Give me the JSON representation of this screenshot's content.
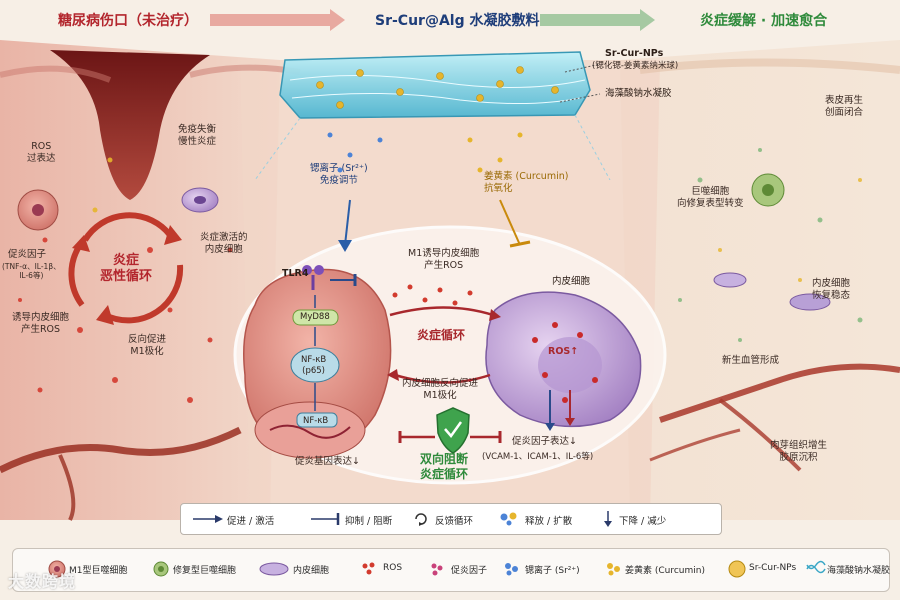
{
  "header": {
    "left_title": "糖尿病伤口（未治疗）",
    "center_title": "Sr-Cur@Alg 水凝胶敷料",
    "right_title": "炎症缓解 · 加速愈合"
  },
  "hydrogel": {
    "np_label": "Sr-Cur-NPs",
    "np_sub": "(锶化锶-姜黄素纳米球)",
    "alg_label": "海藻酸钠水凝胶"
  },
  "left": {
    "ros": "ROS\n过表达",
    "imbalance": "免疫失衡\n慢性炎症",
    "cycle": "炎症\n恶性循环",
    "cytokines": "促炎因子",
    "cytokines_sub": "(TNF-α、IL-1β、\nIL-6等)",
    "activated_ec": "炎症激活的\n内皮细胞",
    "induce_ros": "诱导内皮细胞\n产生ROS",
    "reverse_m1": "反向促进\nM1极化"
  },
  "center": {
    "sr": "锶离子 (Sr²⁺)\n免疫调节",
    "cur": "姜黄素 (Curcumin)\n抗氧化",
    "tlr4": "TLR4",
    "myd88": "MyD88",
    "nfkb_p65": "NF-κB\n(p65)",
    "nfkb": "NF-κB",
    "gene": "促炎基因表达↓",
    "m1_ros": "M1诱导内皮细胞\n产生ROS",
    "cycle": "炎症循环",
    "ec_reverse": "内皮细胞反向促进\nM1极化",
    "endo": "内皮细胞",
    "ros_up": "ROS↑",
    "block": "双向阻断\n炎症循环",
    "factor": "促炎因子表达↓",
    "factor_sub": "(VCAM-1、ICAM-1、IL-6等)"
  },
  "right": {
    "epi": "表皮再生\n创面闭合",
    "macro": "巨噬细胞\n向修复表型转变",
    "endo": "内皮细胞\n恢复稳态",
    "vessel": "新生血管形成",
    "granul": "肉芽组织增生\n胶原沉积"
  },
  "key": {
    "promote": "促进 / 激活",
    "inhibit": "抑制 / 阻断",
    "feedback": "反馈循环",
    "release": "释放 / 扩散",
    "decrease": "下降 / 减少"
  },
  "legend": [
    {
      "label": "M1型巨噬细胞",
      "icon": "m1-macrophage-icon"
    },
    {
      "label": "修复型巨噬细胞",
      "icon": "m2-macrophage-icon"
    },
    {
      "label": "内皮细胞",
      "icon": "endothelial-icon"
    },
    {
      "label": "ROS",
      "icon": "ros-icon"
    },
    {
      "label": "促炎因子",
      "icon": "cytokine-icon"
    },
    {
      "label": "锶离子 (Sr²⁺)",
      "icon": "sr-icon"
    },
    {
      "label": "姜黄素 (Curcumin)",
      "icon": "curcumin-icon"
    },
    {
      "label": "Sr-Cur-NPs",
      "icon": "np-icon"
    },
    {
      "label": "海藻酸钠水凝胶",
      "icon": "hydrogel-icon"
    }
  ],
  "watermark": "大数跨境",
  "colors": {
    "red": "#b3262d",
    "green": "#2f8a3b",
    "blue": "#2a5ea8",
    "hydrogel": "#7fd3e6",
    "curcumin": "#e6b52c"
  }
}
